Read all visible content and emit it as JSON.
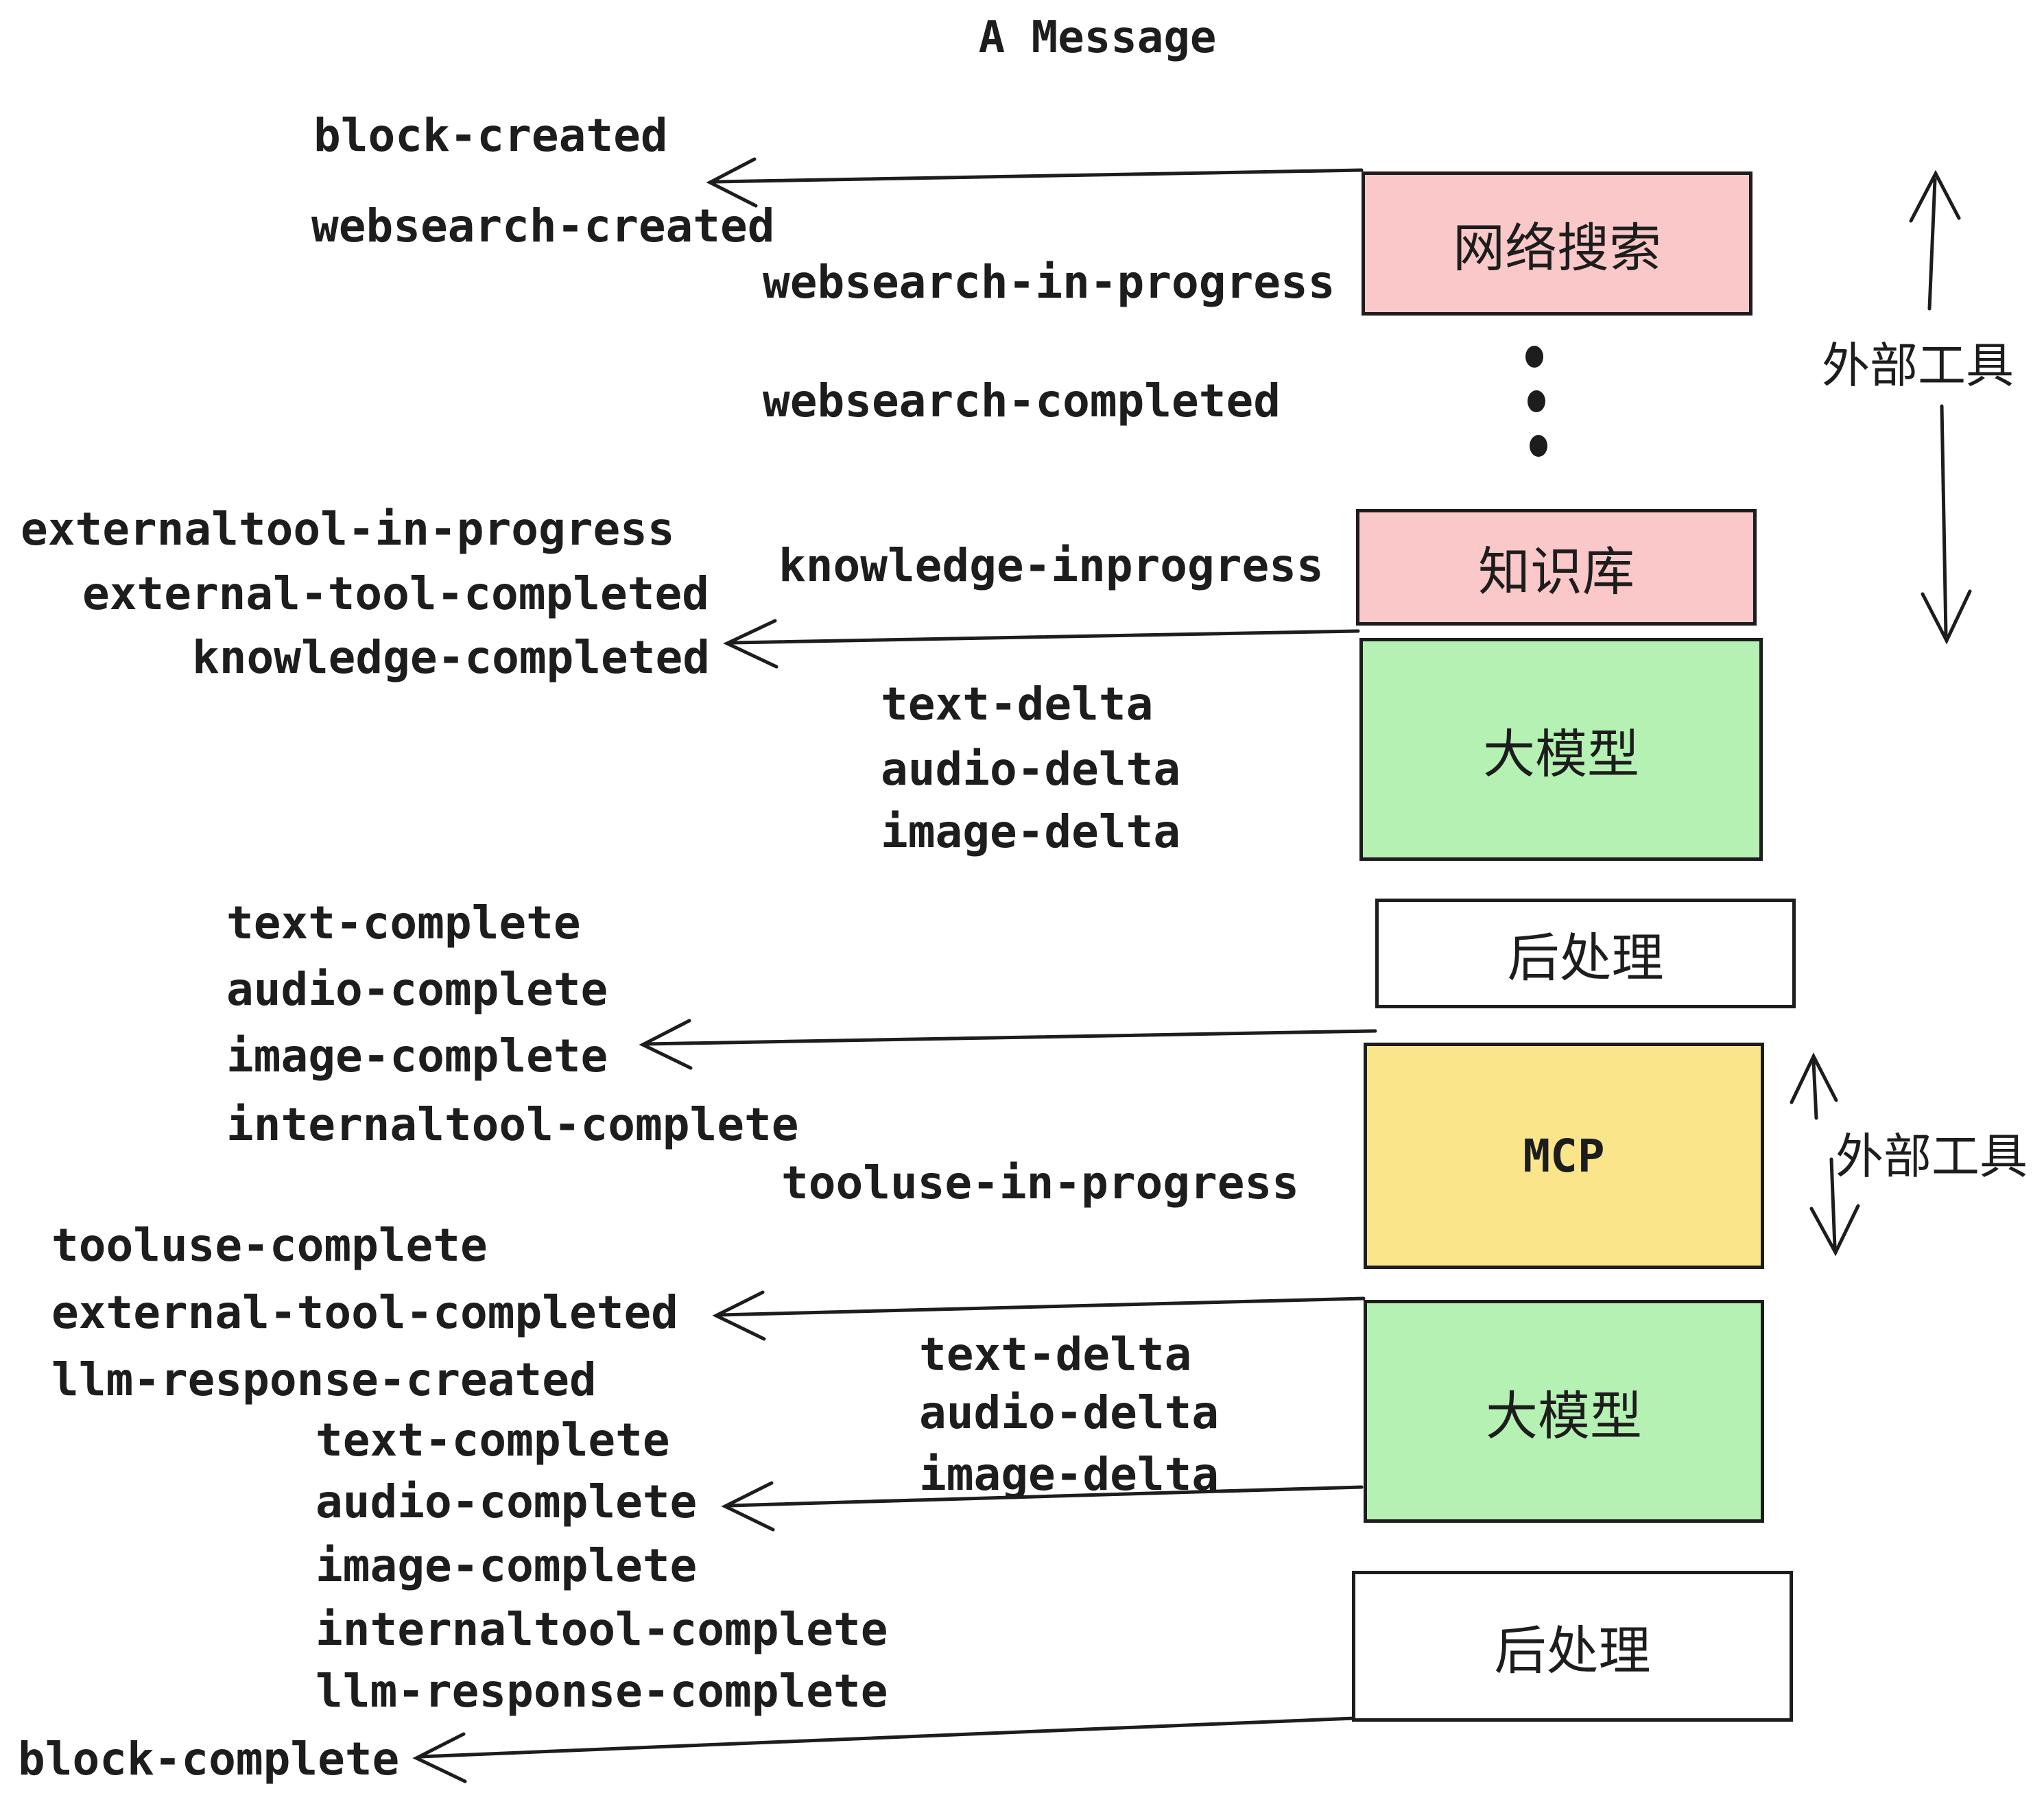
{
  "title": "A Message",
  "colors": {
    "pink": "#fac8c8",
    "green": "#b5f1b3",
    "yellow": "#fae58a",
    "white": "#ffffff",
    "ink": "#1d1d1d"
  },
  "nodes": [
    {
      "id": "websearch",
      "label": "网络搜索",
      "color": "pink"
    },
    {
      "id": "knowledge",
      "label": "知识库",
      "color": "pink"
    },
    {
      "id": "llm-1",
      "label": "大模型",
      "color": "green"
    },
    {
      "id": "postprocess-1",
      "label": "后处理",
      "color": "white"
    },
    {
      "id": "mcp",
      "label": "MCP",
      "color": "yellow"
    },
    {
      "id": "llm-2",
      "label": "大模型",
      "color": "green"
    },
    {
      "id": "postprocess-2",
      "label": "后处理",
      "color": "white"
    }
  ],
  "brackets": [
    {
      "label": "外部工具"
    },
    {
      "label": "外部工具"
    }
  ],
  "labels": [
    {
      "text": "block-created"
    },
    {
      "text": "websearch-created"
    },
    {
      "text": "websearch-in-progress"
    },
    {
      "text": "websearch-completed"
    },
    {
      "text": "externaltool-in-progress"
    },
    {
      "text": "knowledge-inprogress"
    },
    {
      "text": "external-tool-completed"
    },
    {
      "text": "knowledge-completed"
    },
    {
      "text": "text-delta"
    },
    {
      "text": "audio-delta"
    },
    {
      "text": "image-delta"
    },
    {
      "text": "text-complete"
    },
    {
      "text": "audio-complete"
    },
    {
      "text": "image-complete"
    },
    {
      "text": "internaltool-complete"
    },
    {
      "text": "tooluse-in-progress"
    },
    {
      "text": "tooluse-complete"
    },
    {
      "text": "external-tool-completed"
    },
    {
      "text": "llm-response-created"
    },
    {
      "text": "text-complete"
    },
    {
      "text": "audio-complete"
    },
    {
      "text": "image-complete"
    },
    {
      "text": "internaltool-complete"
    },
    {
      "text": "llm-response-complete"
    },
    {
      "text": "block-complete"
    },
    {
      "text": "text-delta"
    },
    {
      "text": "audio-delta"
    },
    {
      "text": "image-delta"
    }
  ]
}
